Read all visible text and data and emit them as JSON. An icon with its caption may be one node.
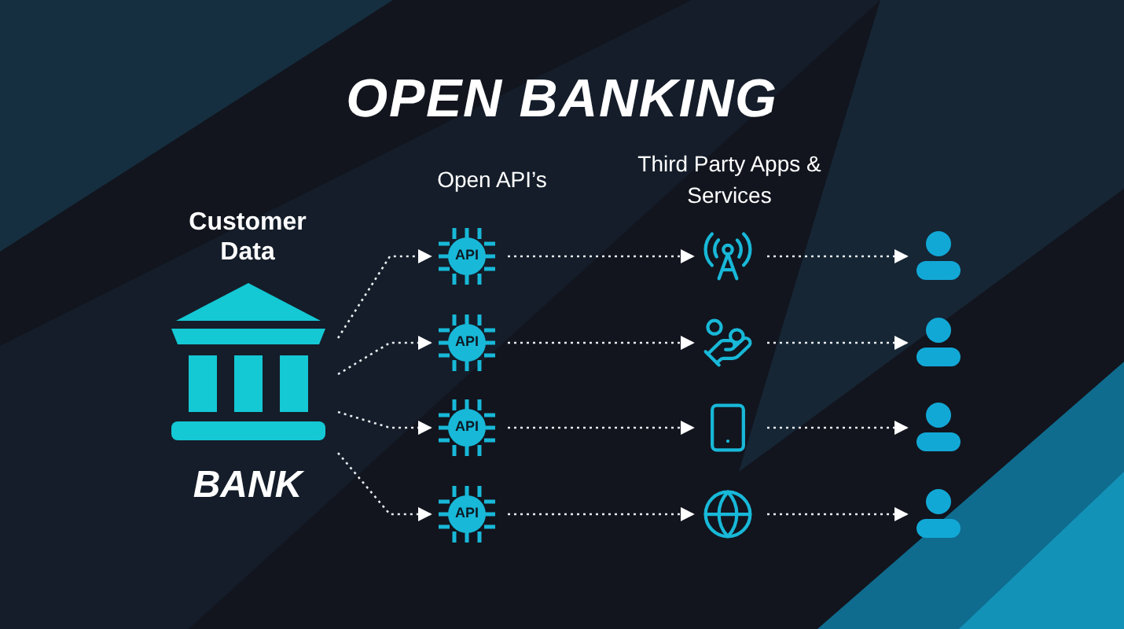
{
  "diagram": {
    "title": "OPEN BANKING",
    "nodes": [
      {
        "text": [
          "Customer Data",
          "BANK"
        ]
      },
      {
        "text": [
          "API"
        ]
      },
      {
        "text": [
          "API"
        ]
      },
      {
        "text": [
          "API"
        ]
      },
      {
        "text": [
          "API"
        ]
      },
      {
        "text": [],
        "shape": "picture"
      },
      {
        "text": [],
        "shape": "picture"
      },
      {
        "text": [],
        "shape": "picture"
      },
      {
        "text": [],
        "shape": "picture"
      },
      {
        "text": [],
        "shape": "person"
      },
      {
        "text": [],
        "shape": "person"
      },
      {
        "text": [],
        "shape": "person"
      },
      {
        "text": [],
        "shape": "person"
      }
    ],
    "edges": [
      {
        "from": 0,
        "to": 1,
        "arrow": "to",
        "style": "dashed"
      },
      {
        "from": 0,
        "to": 2,
        "arrow": "to",
        "style": "dashed"
      },
      {
        "from": 0,
        "to": 3,
        "arrow": "to",
        "style": "dashed"
      },
      {
        "from": 0,
        "to": 4,
        "arrow": "to",
        "style": "dashed"
      },
      {
        "from": 1,
        "to": 5,
        "arrow": "to",
        "style": "dashed"
      },
      {
        "from": 2,
        "to": 6,
        "arrow": "to",
        "style": "dashed"
      },
      {
        "from": 3,
        "to": 7,
        "arrow": "to",
        "style": "dashed"
      },
      {
        "from": 4,
        "to": 8,
        "arrow": "to",
        "style": "dashed"
      },
      {
        "from": 5,
        "to": 9,
        "arrow": "to",
        "style": "dashed"
      },
      {
        "from": 6,
        "to": 10,
        "arrow": "to",
        "style": "dashed"
      },
      {
        "from": 7,
        "to": 11,
        "arrow": "to",
        "style": "dashed"
      },
      {
        "from": 8,
        "to": 12,
        "arrow": "to",
        "style": "dashed"
      }
    ],
    "labels": [
      "Open API’s",
      "Third Party Apps & Services"
    ]
  }
}
